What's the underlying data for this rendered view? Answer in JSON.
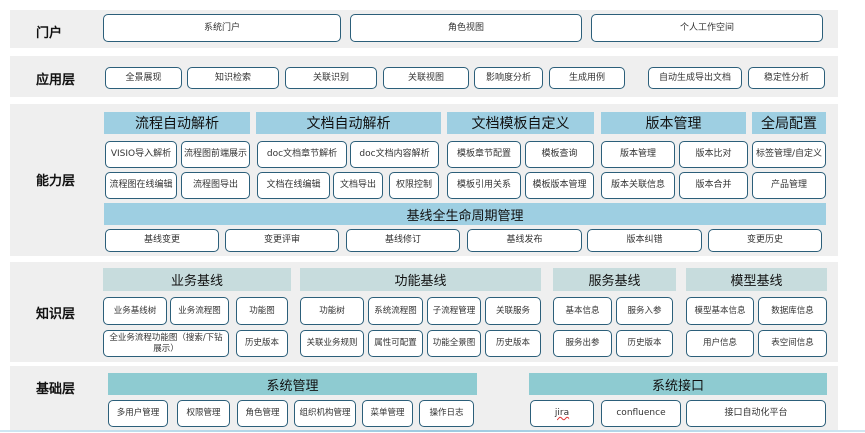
{
  "portal": {
    "label": "门户",
    "items": [
      "系统门户",
      "角色视图",
      "个人工作空间"
    ]
  },
  "application": {
    "label": "应用层",
    "items": [
      "全景展现",
      "知识检索",
      "关联识别",
      "关联视图",
      "影响度分析",
      "生成用例",
      "自动生成导出文档",
      "稳定性分析"
    ]
  },
  "capability": {
    "label": "能力层",
    "groups": [
      {
        "title": "流程自动解析",
        "items": [
          "VISIO导入解析",
          "流程图前端展示",
          "流程图在线编辑",
          "流程图导出"
        ]
      },
      {
        "title": "文档自动解析",
        "items": [
          "doc文档章节解析",
          "doc文档内容解析",
          "文档在线编辑",
          "文档导出",
          "权限控制"
        ]
      },
      {
        "title": "文档模板自定义",
        "items": [
          "模板章节配置",
          "模板查询",
          "模板引用关系",
          "模板版本管理"
        ]
      },
      {
        "title": "版本管理",
        "items": [
          "版本管理",
          "版本比对",
          "版本关联信息",
          "版本合并"
        ]
      },
      {
        "title": "全局配置",
        "items": [
          "标签管理/自定义",
          "产品管理"
        ]
      }
    ],
    "lifecycle": {
      "title": "基线全生命周期管理",
      "items": [
        "基线变更",
        "变更评审",
        "基线修订",
        "基线发布",
        "版本纠错",
        "变更历史"
      ]
    }
  },
  "knowledge": {
    "label": "知识层",
    "groups": [
      {
        "title": "业务基线",
        "items": [
          "业务基线树",
          "业务流程图",
          "功能图",
          "全业务流程功能图（搜索/下钻展示）",
          "历史版本"
        ]
      },
      {
        "title": "功能基线",
        "items": [
          "功能树",
          "系统流程图",
          "子流程管理",
          "关联服务",
          "关联业务规则",
          "属性可配置",
          "功能全景图",
          "历史版本"
        ]
      },
      {
        "title": "服务基线",
        "items": [
          "基本信息",
          "服务入参",
          "服务出参",
          "历史版本"
        ]
      },
      {
        "title": "模型基线",
        "items": [
          "模型基本信息",
          "数据库信息",
          "用户信息",
          "表空间信息"
        ]
      }
    ]
  },
  "foundation": {
    "label": "基础层",
    "groups": [
      {
        "title": "系统管理",
        "items": [
          "多用户管理",
          "权限管理",
          "角色管理",
          "组织机构管理",
          "菜单管理",
          "操作日志"
        ]
      },
      {
        "title": "系统接口",
        "items": [
          "jira",
          "confluence",
          "接口自动化平台"
        ]
      }
    ]
  },
  "colors": {
    "band": "#efefef",
    "border": "#2c5f7a",
    "capability_header": "#9ecfe2",
    "knowledge_header": "#c7dcdd",
    "foundation_header": "#8ecbd1"
  }
}
